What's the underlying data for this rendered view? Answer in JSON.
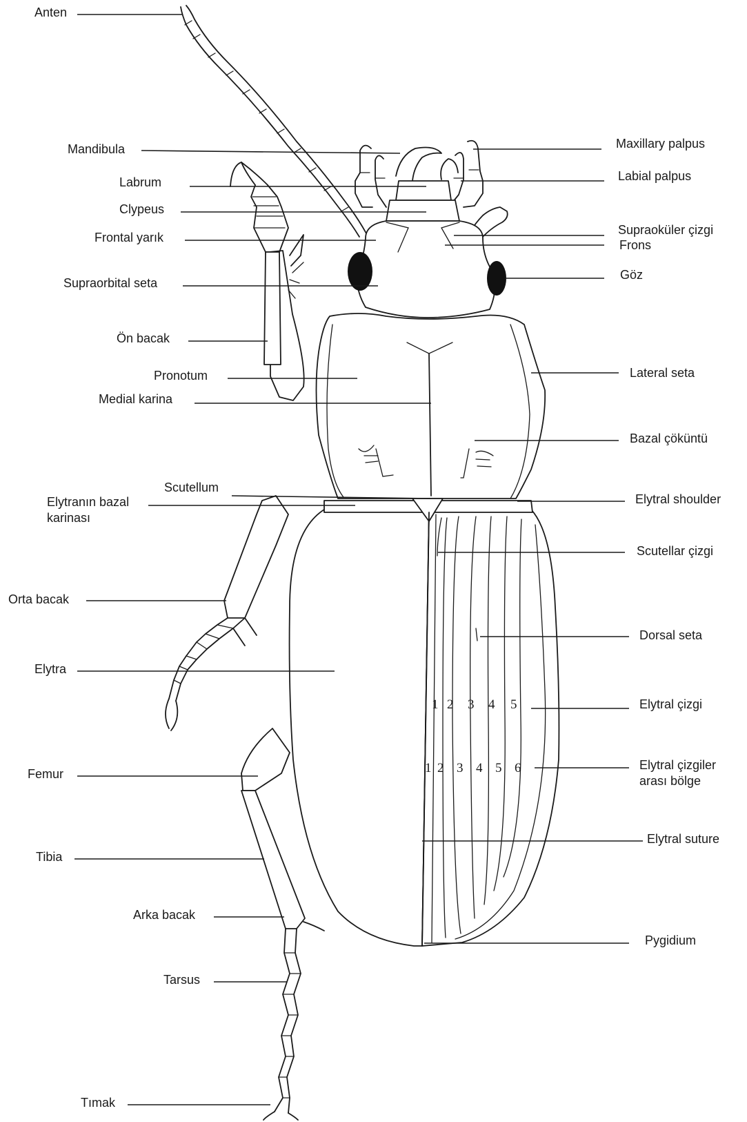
{
  "labels": {
    "anten": "Anten",
    "mandibula": "Mandibula",
    "labrum": "Labrum",
    "clypeus": "Clypeus",
    "frontal_yarik": "Frontal yarık",
    "supraorbital_seta": "Supraorbital seta",
    "on_bacak": "Ön bacak",
    "pronotum": "Pronotum",
    "medial_karina": "Medial karina",
    "scutellum": "Scutellum",
    "elytranin_bazal_1": "Elytranın bazal",
    "elytranin_bazal_2": "karinası",
    "orta_bacak": "Orta bacak",
    "elytra": "Elytra",
    "femur": "Femur",
    "tibia": "Tibia",
    "arka_bacak": "Arka bacak",
    "tarsus": "Tarsus",
    "tirnak": "Tımak",
    "maxillary_palpus": "Maxillary palpus",
    "labial_palpus": "Labial palpus",
    "supraokuler_cizgi": "Supraoküler çizgi",
    "frons": "Frons",
    "goz": "Göz",
    "lateral_seta": "Lateral seta",
    "bazal_cokuntu": "Bazal çöküntü",
    "elytral_shoulder": "Elytral shoulder",
    "scutellar_cizgi": "Scutellar çizgi",
    "dorsal_seta": "Dorsal seta",
    "elytral_cizgi": "Elytral çizgi",
    "elytral_cizgiler_1": "Elytral çizgiler",
    "elytral_cizgiler_2": "arası bölge",
    "elytral_suture": "Elytral suture",
    "pygidium": "Pygidium"
  },
  "stria_numbers": [
    "1",
    "2",
    "3",
    "4",
    "5"
  ],
  "interval_numbers": [
    "1",
    "2",
    "3",
    "4",
    "5",
    "6"
  ]
}
